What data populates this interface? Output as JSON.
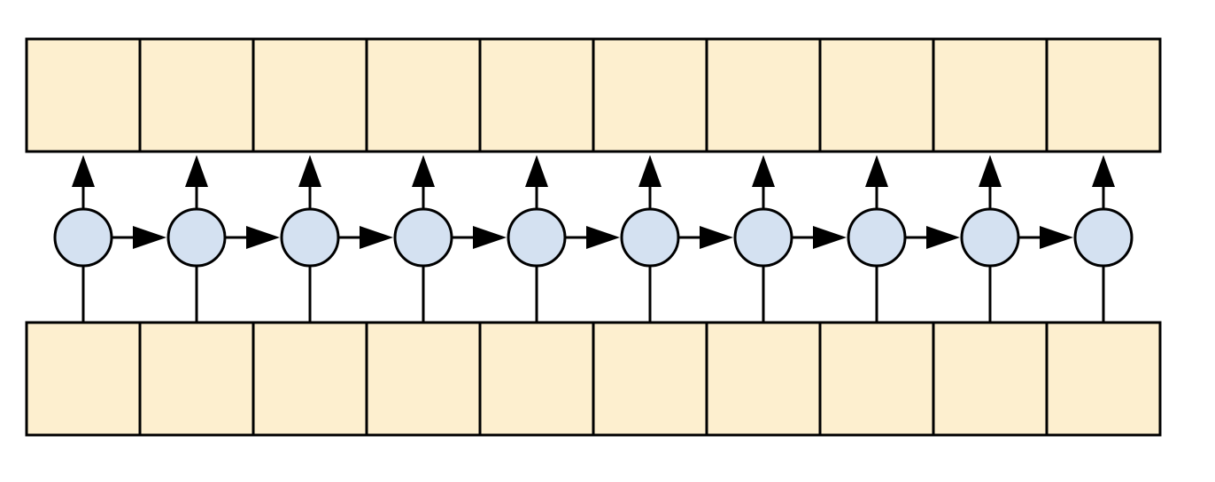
{
  "diagram": {
    "type": "recurrent-network-unrolled",
    "steps": 10,
    "colors": {
      "cell_fill": "#fdefcf",
      "node_fill": "#d4e1f1",
      "stroke": "#000000",
      "background": "#ffffff"
    },
    "rows": {
      "top": "output-cells",
      "middle": "hidden-nodes",
      "bottom": "input-cells"
    },
    "connections": {
      "node_to_node": "arrow",
      "node_to_output": "arrow",
      "input_to_node": "line"
    }
  }
}
